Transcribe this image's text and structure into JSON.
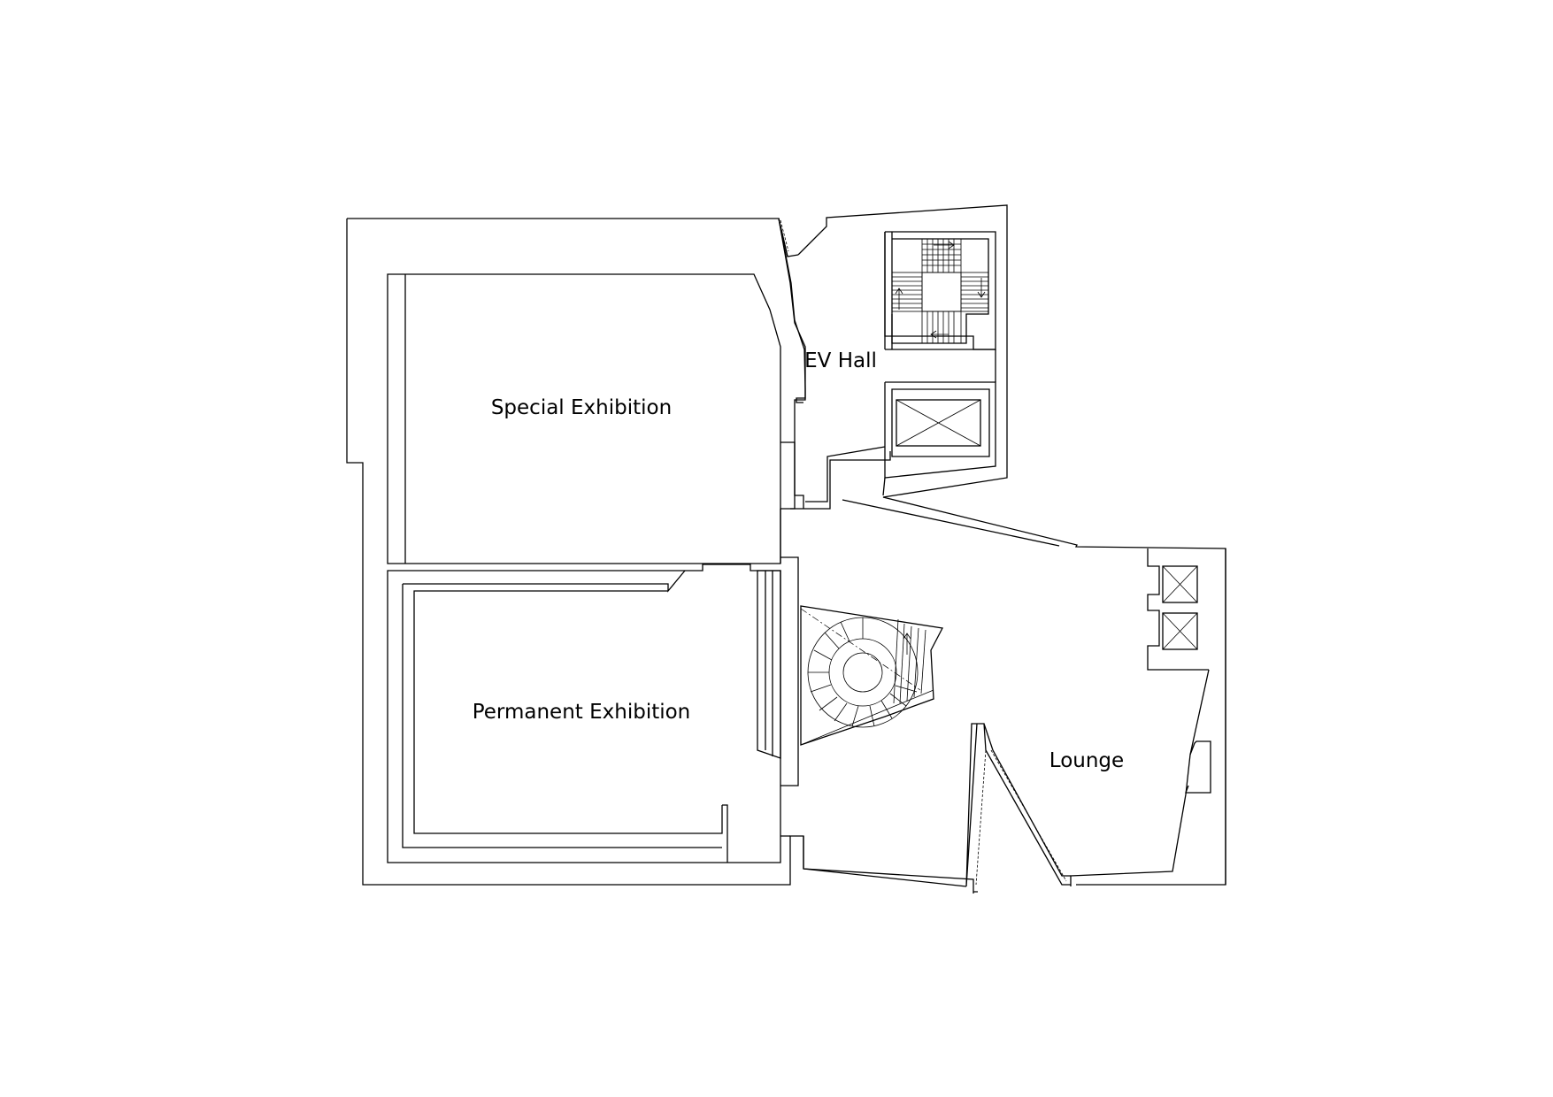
{
  "rooms": {
    "special_exhibition": "Special Exhibition",
    "ev_hall": "EV Hall",
    "permanent_exhibition": "Permanent Exhibition",
    "lounge": "Lounge"
  },
  "colors": {
    "line": "#000000",
    "background": "#ffffff"
  }
}
